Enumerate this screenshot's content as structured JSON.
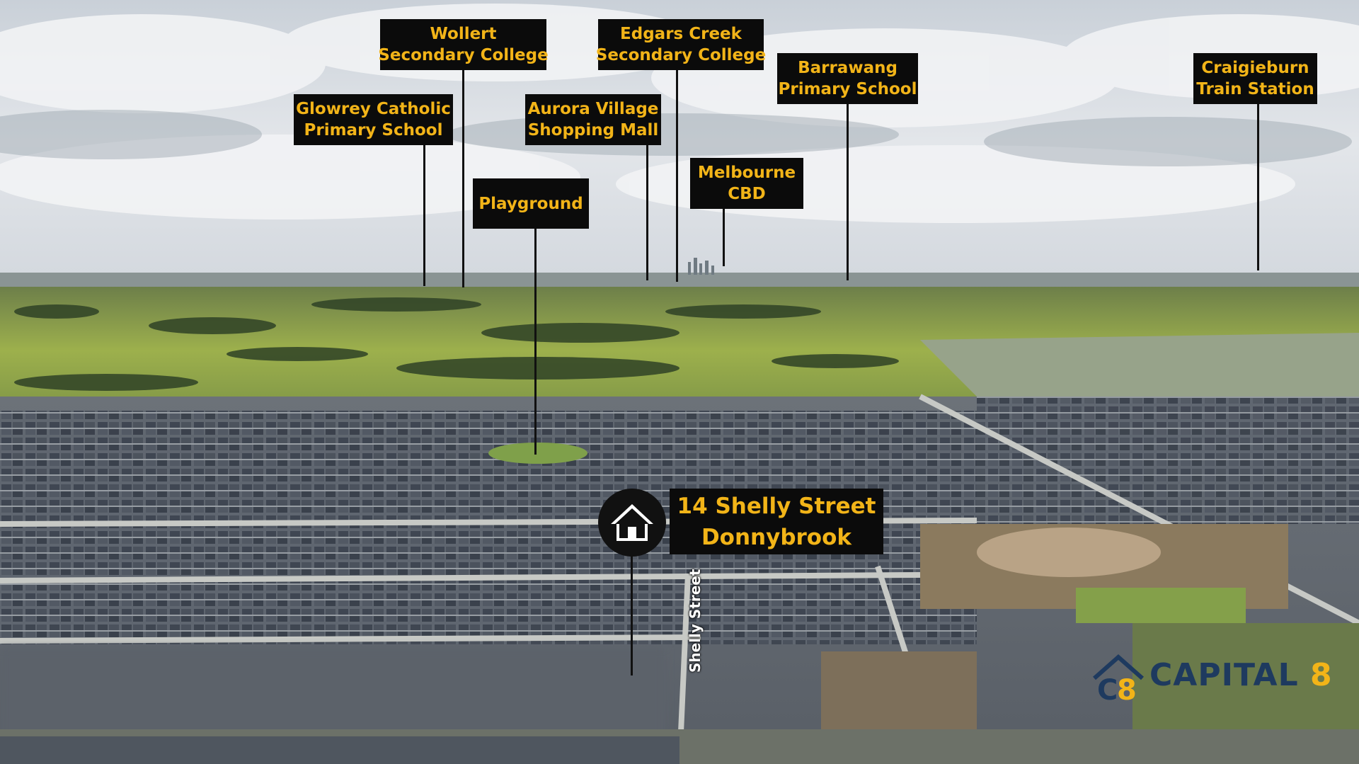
{
  "image": {
    "callouts": [
      {
        "id": "glowrey",
        "lines": [
          "Glowrey Catholic",
          "Primary School"
        ]
      },
      {
        "id": "wollert",
        "lines": [
          "Wollert",
          "Secondary College"
        ]
      },
      {
        "id": "playground",
        "lines": [
          "Playground"
        ]
      },
      {
        "id": "aurora",
        "lines": [
          "Aurora Village",
          "Shopping Mall"
        ]
      },
      {
        "id": "edgars",
        "lines": [
          "Edgars Creek",
          "Secondary College"
        ]
      },
      {
        "id": "melbourne",
        "lines": [
          "Melbourne",
          "CBD"
        ]
      },
      {
        "id": "barrawang",
        "lines": [
          "Barrawang",
          "Primary School"
        ]
      },
      {
        "id": "craigieburn",
        "lines": [
          "Craigieburn",
          "Train Station"
        ]
      }
    ],
    "property": {
      "line1": "14 Shelly Street",
      "line2": "Donnybrook"
    },
    "street_name": "Shelly Street",
    "logo": {
      "prefix": "C",
      "digit": "8",
      "word": "CAPITAL",
      "suffix": "8"
    }
  },
  "colors": {
    "label_bg": "#0b0b0b",
    "label_text": "#f2b418",
    "sky": "#dfe4ea",
    "grass": "#8fa94a"
  }
}
